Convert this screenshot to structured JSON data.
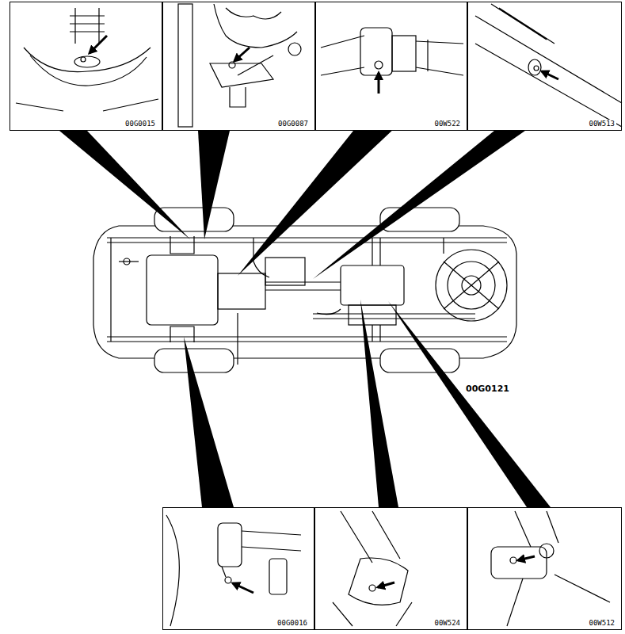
{
  "diagram": {
    "nodes": [
      {
        "text": [
          "00G0015"
        ]
      },
      {
        "text": [
          "00G0087"
        ]
      },
      {
        "text": [
          "00W522"
        ]
      },
      {
        "text": [
          "00W513"
        ]
      },
      {
        "text": [
          "00G0016"
        ]
      },
      {
        "text": [
          "00W524"
        ]
      },
      {
        "text": [
          "00W512"
        ]
      }
    ],
    "labels": [
      "00G0121"
    ]
  }
}
